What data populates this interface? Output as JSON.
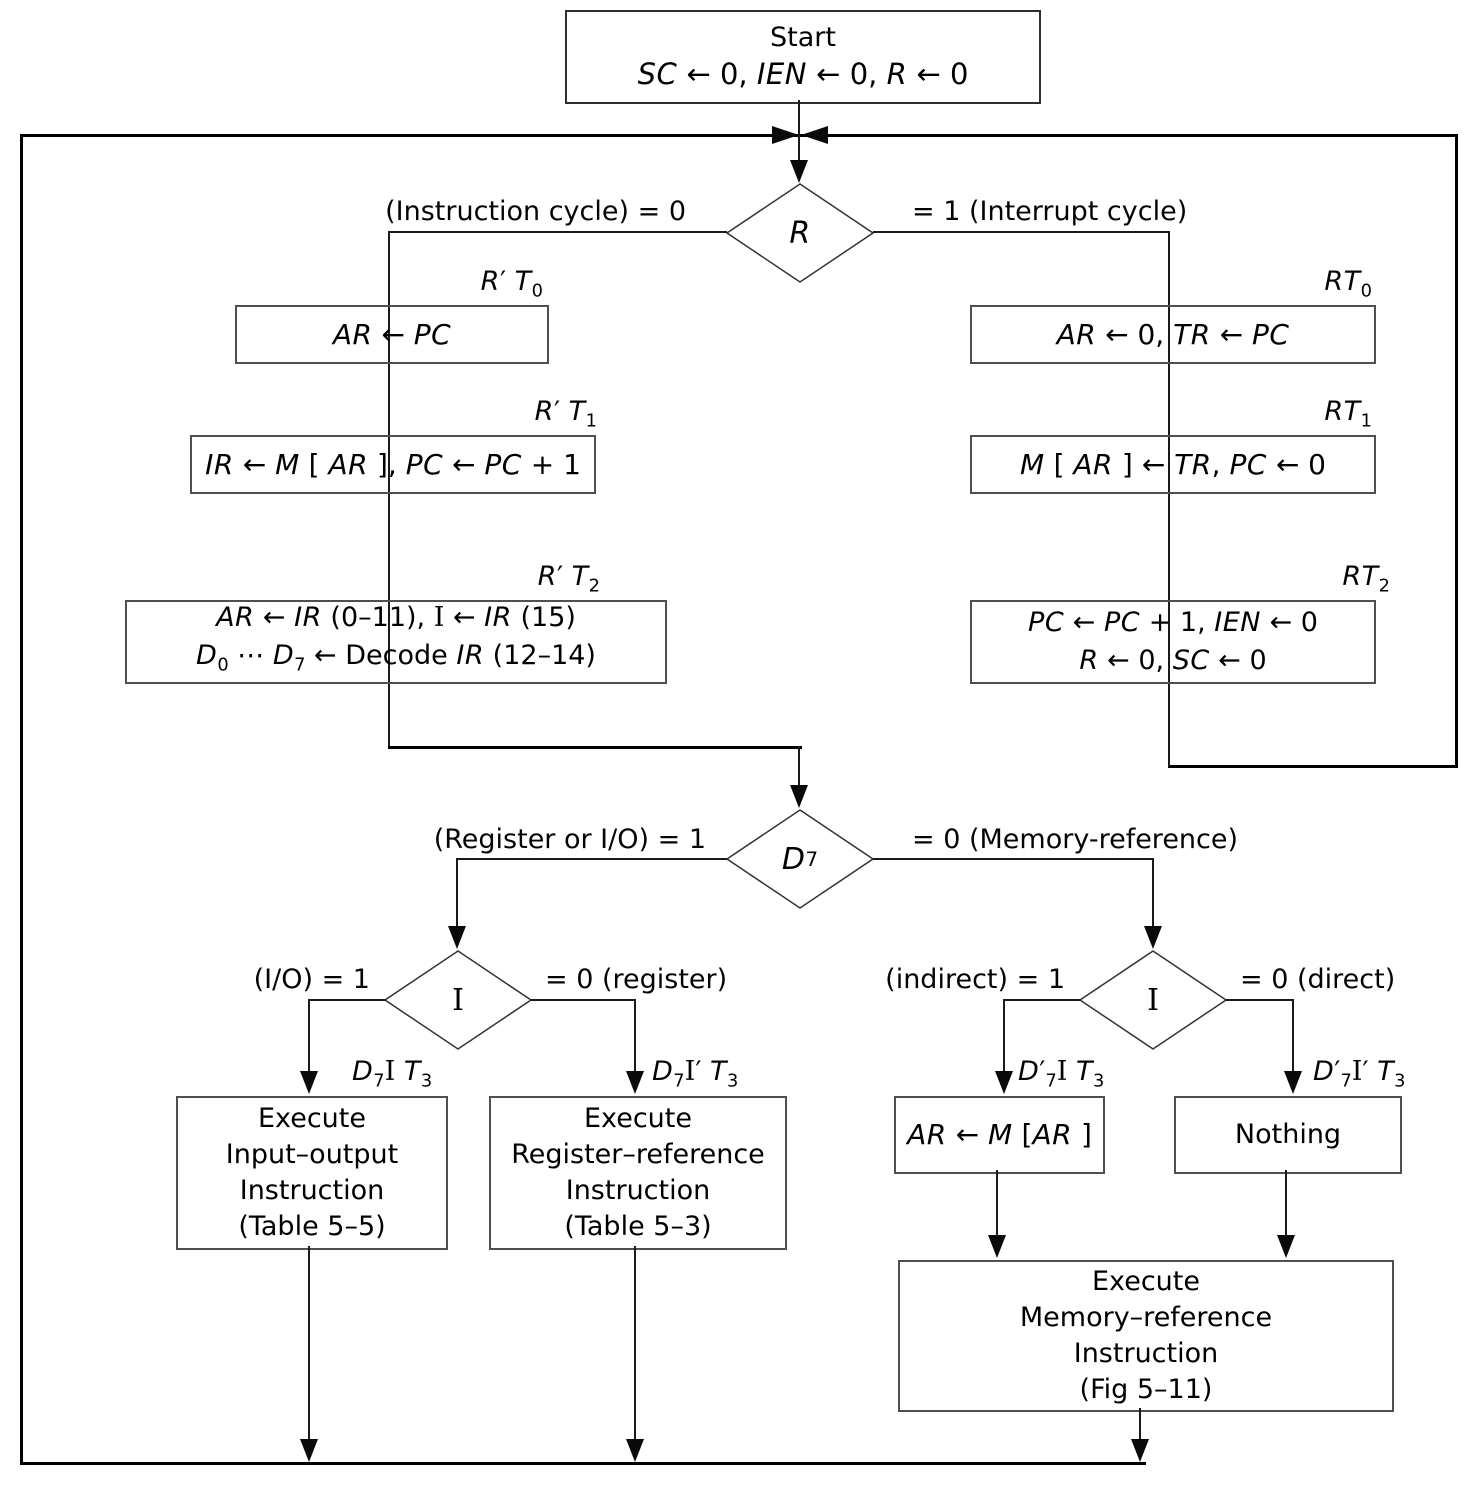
{
  "start_box": {
    "title": "Start",
    "assign": "<i>SC</i> ← 0, <i>IEN</i> ← 0, <i>R</i> ← 0"
  },
  "decisions": {
    "r": {
      "symbol": "<i>R</i>",
      "left": "(Instruction cycle) = 0",
      "right": "= 1 (Interrupt cycle)"
    },
    "d7": {
      "symbol": "<i>D</i><sub>7</sub>",
      "left": "(Register or I/O) = 1",
      "right": "= 0 (Memory-reference)"
    },
    "i_left": {
      "symbol": "I",
      "left": "(I/O) = 1",
      "right": "= 0 (register)"
    },
    "i_right": {
      "symbol": "I",
      "left": "(indirect) = 1",
      "right": "= 0 (direct)"
    }
  },
  "instruction_cycle": {
    "t0": {
      "tag": "<i>R</i>′ <i>T</i><sub>0</sub>",
      "text": "<i>AR</i> ← <i>PC</i>"
    },
    "t1": {
      "tag": "<i>R</i>′ <i>T</i><sub>1</sub>",
      "text": "<i>IR</i> ← <i>M</i> [ <i>AR</i> ], <i>PC</i> ← <i>PC</i> + 1"
    },
    "t2": {
      "tag": "<i>R</i>′ <i>T</i><sub>2</sub>",
      "line1": "<i>AR</i> ← <i>IR</i> (0–11), <span class=\"rm\">I</span> ← <i>IR</i> (15)",
      "line2": "<i>D</i><sub>0</sub> ⋯ <i>D</i><sub>7</sub> ← Decode <i>IR</i> (12–14)"
    }
  },
  "interrupt_cycle": {
    "t0": {
      "tag": "<i>RT</i><sub>0</sub>",
      "text": "<i>AR</i> ← 0, <i>TR</i> ← <i>PC</i>"
    },
    "t1": {
      "tag": "<i>RT</i><sub>1</sub>",
      "text": "<i>M</i> [ <i>AR</i> ] ← <i>TR</i>, <i>PC</i> ← 0"
    },
    "t2": {
      "tag": "<i>RT</i><sub>2</sub>",
      "line1": "<i>PC</i> ← <i>PC</i> + 1, <i>IEN</i> ← 0",
      "line2": "<i>R</i> ← 0, <i>SC</i> ← 0"
    }
  },
  "branches": {
    "io": {
      "tag": "<i>D</i><sub>7</sub><span class=\"rm\">I</span> <i>T</i><sub>3</sub>",
      "lines": [
        "Execute",
        "Input–output",
        "Instruction",
        "(Table 5–5)"
      ]
    },
    "register": {
      "tag": "<i>D</i><sub>7</sub><span class=\"rm\">I</span>′ <i>T</i><sub>3</sub>",
      "lines": [
        "Execute",
        "Register–reference",
        "Instruction",
        "(Table 5–3)"
      ]
    },
    "indirect": {
      "tag": "<i>D</i>′<sub>7</sub><span class=\"rm\">I</span> <i>T</i><sub>3</sub>",
      "text": "<i>AR</i> ← <i>M</i> [<i>AR</i> ]"
    },
    "direct": {
      "tag": "<i>D</i>′<sub>7</sub><span class=\"rm\">I</span>′ <i>T</i><sub>3</sub>",
      "text": "Nothing"
    },
    "memory": {
      "lines": [
        "Execute",
        "Memory–reference",
        "Instruction",
        "(Fig 5–11)"
      ]
    }
  },
  "colors": {
    "line": "#1a1a1a",
    "border": "#4f4f4f",
    "text": "#000000",
    "background": "#ffffff"
  }
}
